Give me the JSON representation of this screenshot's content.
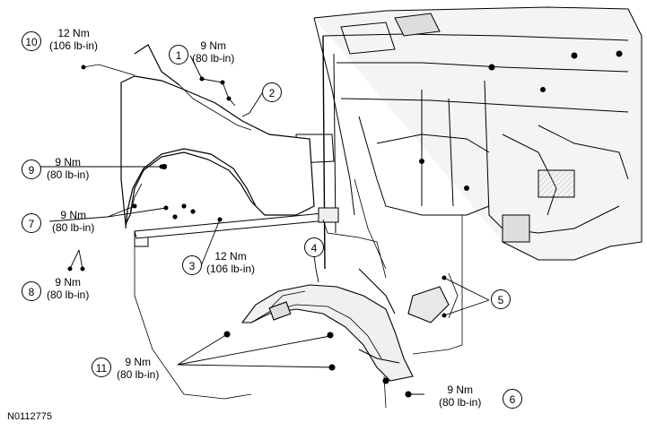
{
  "figure_id": "N0112775",
  "callouts": [
    {
      "number": "1",
      "torque_nm": "9 Nm",
      "torque_lbin": "(80 lb-in)"
    },
    {
      "number": "2"
    },
    {
      "number": "3",
      "torque_nm": "12 Nm",
      "torque_lbin": "(106 lb-in)"
    },
    {
      "number": "4"
    },
    {
      "number": "5"
    },
    {
      "number": "6",
      "torque_nm": "9 Nm",
      "torque_lbin": "(80 lb-in)"
    },
    {
      "number": "7",
      "torque_nm": "9 Nm",
      "torque_lbin": "(80 lb-in)"
    },
    {
      "number": "8",
      "torque_nm": "9 Nm",
      "torque_lbin": "(80 lb-in)"
    },
    {
      "number": "9",
      "torque_nm": "9 Nm",
      "torque_lbin": "(80 lb-in)"
    },
    {
      "number": "10",
      "torque_nm": "12 Nm",
      "torque_lbin": "(106 lb-in)"
    },
    {
      "number": "11",
      "torque_nm": "9 Nm",
      "torque_lbin": "(80 lb-in)"
    }
  ],
  "colors": {
    "line": "#000000",
    "background": "#ffffff",
    "sheet_metal_shading": "#e8e8e8"
  }
}
